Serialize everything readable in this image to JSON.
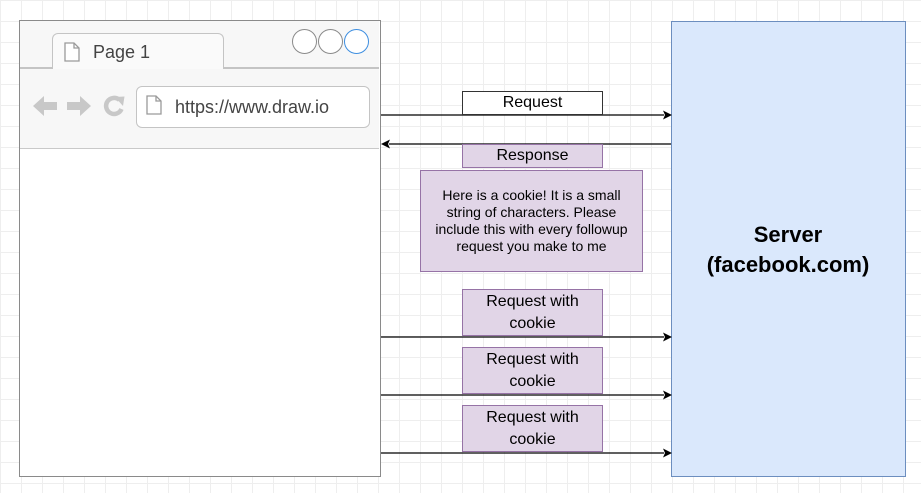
{
  "browser": {
    "tab_label": "Page 1",
    "url": "https://www.draw.io",
    "icons": [
      "back-arrow-icon",
      "forward-arrow-icon",
      "reload-icon",
      "document-icon"
    ]
  },
  "server": {
    "label_line1": "Server",
    "label_line2": "(facebook.com)"
  },
  "arrows": {
    "request_label": "Request",
    "response_label": "Response",
    "response_note": "Here is a cookie!  It is a small string of characters.  Please include this with every followup request you make to me",
    "requests_with_cookie": [
      {
        "line1": "Request with",
        "line2": "cookie"
      },
      {
        "line1": "Request with",
        "line2": "cookie"
      },
      {
        "line1": "Request with",
        "line2": "cookie"
      }
    ]
  },
  "colors": {
    "server_fill": "#dae8fc",
    "server_stroke": "#6c8ebf",
    "note_fill": "#e1d5e7",
    "note_stroke": "#9673a6",
    "window_button_accent": "#3d8ee0"
  }
}
